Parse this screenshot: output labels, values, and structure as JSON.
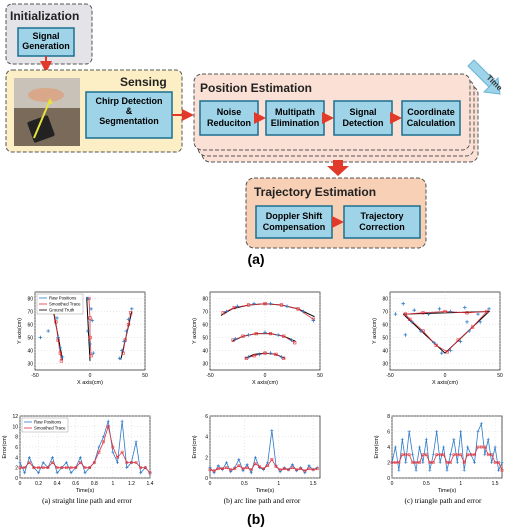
{
  "diagram": {
    "initialization": {
      "title": "Initialization",
      "signal_generation": "Signal\nGeneration"
    },
    "sensing": {
      "title": "Sensing",
      "chirp": "Chirp Detection\n&\nSegmentation"
    },
    "position": {
      "title": "Position Estimation",
      "time": "Time",
      "steps": [
        "Noise\nReduciton",
        "Multipath\nElimination",
        "Signal\nDetection",
        "Coordinate\nCalculation"
      ]
    },
    "trajectory": {
      "title": "Trajectory Estimation",
      "steps": [
        "Doppler Shift\nCompensation",
        "Trajectory\nCorrection"
      ]
    },
    "label_a": "(a)"
  },
  "label_b": "(b)",
  "legend_path": [
    "Raw Positions",
    "Smoothed Trace",
    "Ground Truth"
  ],
  "legend_error": [
    "Raw Positions",
    "Smoothed Trace"
  ],
  "chart_data": [
    {
      "type": "scatter",
      "title": "",
      "xlabel": "X axis(cm)",
      "ylabel": "Y axis(cm)",
      "xlim": [
        -50,
        50
      ],
      "ylim": [
        25,
        85
      ],
      "xticks": [
        -50,
        0,
        50
      ],
      "yticks": [
        30,
        40,
        50,
        60,
        70,
        80
      ],
      "series": [
        {
          "name": "Ground Truth",
          "lines": [
            [
              [
                -35,
                78
              ],
              [
                -25,
                33
              ]
            ],
            [
              [
                -3,
                81
              ],
              [
                0,
                32
              ]
            ],
            [
              [
                38,
                70
              ],
              [
                28,
                33
              ]
            ]
          ]
        },
        {
          "name": "Smoothed Trace",
          "lines": [
            [
              [
                -34,
                75
              ],
              [
                -31,
                62
              ],
              [
                -29,
                48
              ],
              [
                -27,
                38
              ],
              [
                -26,
                32
              ]
            ],
            [
              [
                -1,
                80
              ],
              [
                0,
                65
              ],
              [
                0,
                50
              ],
              [
                1,
                36
              ]
            ],
            [
              [
                37,
                69
              ],
              [
                35,
                60
              ],
              [
                32,
                48
              ],
              [
                30,
                38
              ]
            ]
          ]
        },
        {
          "name": "Raw Positions",
          "points": [
            [
              -36,
              78
            ],
            [
              -32,
              73
            ],
            [
              -30,
              65
            ],
            [
              -38,
              55
            ],
            [
              -29,
              50
            ],
            [
              -27,
              42
            ],
            [
              -25,
              35
            ],
            [
              -45,
              50
            ],
            [
              -2,
              80
            ],
            [
              1,
              72
            ],
            [
              2,
              63
            ],
            [
              -2,
              55
            ],
            [
              0,
              45
            ],
            [
              3,
              38
            ],
            [
              38,
              72
            ],
            [
              35,
              64
            ],
            [
              33,
              55
            ],
            [
              31,
              47
            ],
            [
              29,
              40
            ],
            [
              27,
              34
            ]
          ]
        }
      ]
    },
    {
      "type": "scatter",
      "title": "",
      "xlabel": "X axis(cm)",
      "ylabel": "Y axis(cm)",
      "xlim": [
        -50,
        50
      ],
      "ylim": [
        25,
        85
      ],
      "xticks": [
        -50,
        0,
        50
      ],
      "yticks": [
        30,
        40,
        50,
        60,
        70,
        80
      ],
      "series": [
        {
          "name": "Ground Truth",
          "lines": [
            [
              [
                -40,
                67
              ],
              [
                -30,
                72
              ],
              [
                -15,
                75
              ],
              [
                0,
                76
              ],
              [
                15,
                75
              ],
              [
                30,
                72
              ],
              [
                45,
                66
              ]
            ],
            [
              [
                -30,
                47
              ],
              [
                -20,
                51
              ],
              [
                -8,
                53
              ],
              [
                5,
                53
              ],
              [
                17,
                51
              ],
              [
                28,
                47
              ]
            ],
            [
              [
                -18,
                34
              ],
              [
                -10,
                37
              ],
              [
                0,
                38
              ],
              [
                10,
                37
              ],
              [
                18,
                34
              ]
            ]
          ]
        },
        {
          "name": "Smoothed Trace",
          "lines": [
            [
              [
                -38,
                69
              ],
              [
                -28,
                73
              ],
              [
                -15,
                75
              ],
              [
                0,
                76
              ],
              [
                15,
                75
              ],
              [
                30,
                72
              ],
              [
                44,
                64
              ]
            ],
            [
              [
                -29,
                48
              ],
              [
                -20,
                51
              ],
              [
                -8,
                53
              ],
              [
                5,
                53
              ],
              [
                17,
                51
              ],
              [
                27,
                46
              ]
            ],
            [
              [
                -17,
                34
              ],
              [
                -10,
                36
              ],
              [
                0,
                38
              ],
              [
                10,
                37
              ],
              [
                17,
                34
              ]
            ]
          ]
        },
        {
          "name": "Raw Positions",
          "points": [
            [
              -35,
              70
            ],
            [
              -25,
              74
            ],
            [
              -10,
              76
            ],
            [
              5,
              76
            ],
            [
              20,
              74
            ],
            [
              35,
              70
            ],
            [
              44,
              63
            ],
            [
              -27,
              49
            ],
            [
              -15,
              52
            ],
            [
              0,
              54
            ],
            [
              12,
              52
            ],
            [
              24,
              48
            ],
            [
              -15,
              35
            ],
            [
              -5,
              37
            ],
            [
              5,
              38
            ],
            [
              15,
              35
            ]
          ]
        }
      ]
    },
    {
      "type": "scatter",
      "title": "",
      "xlabel": "X axis(cm)",
      "ylabel": "Y axis(cm)",
      "xlim": [
        -50,
        50
      ],
      "ylim": [
        25,
        85
      ],
      "xticks": [
        -50,
        0,
        50
      ],
      "yticks": [
        30,
        40,
        50,
        60,
        70,
        80
      ],
      "series": [
        {
          "name": "Ground Truth",
          "lines": [
            [
              [
                -38,
                68
              ],
              [
                40,
                70
              ],
              [
                0,
                38
              ],
              [
                -38,
                68
              ]
            ]
          ]
        },
        {
          "name": "Smoothed Trace",
          "lines": [
            [
              [
                -36,
                68
              ],
              [
                -20,
                69
              ],
              [
                0,
                70
              ],
              [
                20,
                69
              ],
              [
                38,
                70
              ],
              [
                25,
                58
              ],
              [
                12,
                48
              ],
              [
                2,
                39
              ],
              [
                -8,
                44
              ],
              [
                -20,
                55
              ],
              [
                -32,
                64
              ],
              [
                -36,
                68
              ]
            ]
          ]
        },
        {
          "name": "Raw Positions",
          "points": [
            [
              -38,
              76
            ],
            [
              -28,
              71
            ],
            [
              -15,
              68
            ],
            [
              -5,
              72
            ],
            [
              5,
              70
            ],
            [
              18,
              73
            ],
            [
              30,
              68
            ],
            [
              40,
              72
            ],
            [
              32,
              62
            ],
            [
              22,
              55
            ],
            [
              14,
              47
            ],
            [
              5,
              40
            ],
            [
              -3,
              38
            ],
            [
              -10,
              46
            ],
            [
              -22,
              55
            ],
            [
              -30,
              62
            ],
            [
              -45,
              68
            ],
            [
              -36,
              52
            ],
            [
              20,
              62
            ]
          ]
        }
      ]
    },
    {
      "type": "line",
      "title": "",
      "xlabel": "Time(s)",
      "ylabel": "Error(cm)",
      "xlim": [
        0,
        1.4
      ],
      "ylim": [
        0,
        12
      ],
      "xticks": [
        0,
        0.2,
        0.4,
        0.6,
        0.8,
        1,
        1.2,
        1.4
      ],
      "yticks": [
        0,
        2,
        4,
        6,
        8,
        10,
        12
      ],
      "x": [
        0,
        0.05,
        0.1,
        0.15,
        0.2,
        0.25,
        0.3,
        0.35,
        0.4,
        0.45,
        0.5,
        0.55,
        0.6,
        0.65,
        0.7,
        0.75,
        0.8,
        0.85,
        0.9,
        0.95,
        1.0,
        1.05,
        1.1,
        1.15,
        1.2,
        1.25,
        1.3,
        1.35,
        1.4
      ],
      "series": [
        {
          "name": "Raw Positions",
          "values": [
            3,
            1,
            4,
            2,
            1,
            3,
            2,
            4,
            1,
            2,
            3,
            1,
            2,
            4,
            1,
            2,
            3,
            6,
            8,
            11,
            5,
            3,
            11,
            2,
            3,
            7,
            1,
            2,
            1
          ]
        },
        {
          "name": "Smoothed Trace",
          "values": [
            2,
            2,
            3,
            2,
            2,
            2,
            2,
            3,
            2,
            2,
            2,
            2,
            2,
            3,
            2,
            2,
            3,
            5,
            7,
            10,
            6,
            4,
            5,
            3,
            3,
            3,
            2,
            2,
            1
          ]
        }
      ]
    },
    {
      "type": "line",
      "title": "",
      "xlabel": "Time(s)",
      "ylabel": "Error(cm)",
      "xlim": [
        0,
        1.6
      ],
      "ylim": [
        0,
        6
      ],
      "xticks": [
        0,
        0.5,
        1,
        1.5
      ],
      "yticks": [
        0,
        2,
        4,
        6
      ],
      "x": [
        0,
        0.06,
        0.12,
        0.18,
        0.24,
        0.3,
        0.36,
        0.42,
        0.48,
        0.54,
        0.6,
        0.66,
        0.72,
        0.78,
        0.84,
        0.9,
        0.96,
        1.02,
        1.08,
        1.14,
        1.2,
        1.26,
        1.32,
        1.38,
        1.44,
        1.5,
        1.56
      ],
      "series": [
        {
          "name": "Raw Positions",
          "values": [
            1.0,
            0.5,
            1.2,
            0.8,
            1.5,
            0.6,
            1.0,
            1.8,
            0.7,
            1.3,
            0.5,
            2.0,
            1.0,
            0.8,
            1.5,
            4.6,
            1.2,
            0.6,
            1.0,
            0.8,
            1.3,
            0.7,
            1.0,
            0.5,
            1.2,
            0.8,
            1.0
          ]
        },
        {
          "name": "Smoothed Trace",
          "values": [
            0.8,
            0.7,
            0.9,
            0.9,
            1.0,
            0.8,
            0.9,
            1.2,
            0.9,
            1.0,
            0.8,
            1.4,
            1.1,
            0.9,
            1.2,
            1.8,
            1.1,
            0.8,
            0.9,
            0.8,
            1.0,
            0.8,
            0.9,
            0.7,
            0.9,
            0.8,
            0.9
          ]
        }
      ]
    },
    {
      "type": "line",
      "title": "",
      "xlabel": "Time(s)",
      "ylabel": "Error(cm)",
      "xlim": [
        0,
        1.6
      ],
      "ylim": [
        0,
        8
      ],
      "xticks": [
        0,
        0.5,
        1,
        1.5
      ],
      "yticks": [
        0,
        2,
        4,
        6,
        8
      ],
      "x": [
        0,
        0.05,
        0.1,
        0.15,
        0.2,
        0.25,
        0.3,
        0.35,
        0.4,
        0.45,
        0.5,
        0.55,
        0.6,
        0.65,
        0.7,
        0.75,
        0.8,
        0.85,
        0.9,
        0.95,
        1.0,
        1.05,
        1.1,
        1.15,
        1.2,
        1.25,
        1.3,
        1.35,
        1.4,
        1.45,
        1.5,
        1.55,
        1.6
      ],
      "series": [
        {
          "name": "Raw Positions",
          "values": [
            2,
            4,
            1,
            5,
            2,
            6,
            3,
            1,
            4,
            2,
            5,
            1,
            3,
            6,
            2,
            4,
            1,
            3,
            5,
            2,
            6,
            1,
            4,
            3,
            2,
            6,
            7,
            3,
            5,
            2,
            4,
            1,
            2
          ]
        },
        {
          "name": "Smoothed Trace",
          "values": [
            2,
            2,
            2,
            3,
            3,
            3,
            2,
            2,
            2,
            3,
            3,
            2,
            2,
            3,
            3,
            3,
            2,
            2,
            3,
            3,
            3,
            2,
            3,
            3,
            3,
            4,
            4,
            4,
            3,
            3,
            2,
            2,
            1
          ]
        }
      ]
    }
  ],
  "captions": [
    "(a) straight line path and error",
    "(b) arc line path and error",
    "(c) triangle path and error"
  ],
  "colors": {
    "init_bg": "#e3e3e8",
    "sensing_bg": "#fcefc5",
    "position_bg": "#fbe1d5",
    "trajectory_bg": "#f7d0b5",
    "step_bg": "#9fd3e8",
    "step_border": "#1b6f8f",
    "arrow": "#e23a2a",
    "raw": "#2a79c9",
    "smooth": "#e0303a",
    "truth": "#000000",
    "time_arrow": "#9ed3ea"
  }
}
